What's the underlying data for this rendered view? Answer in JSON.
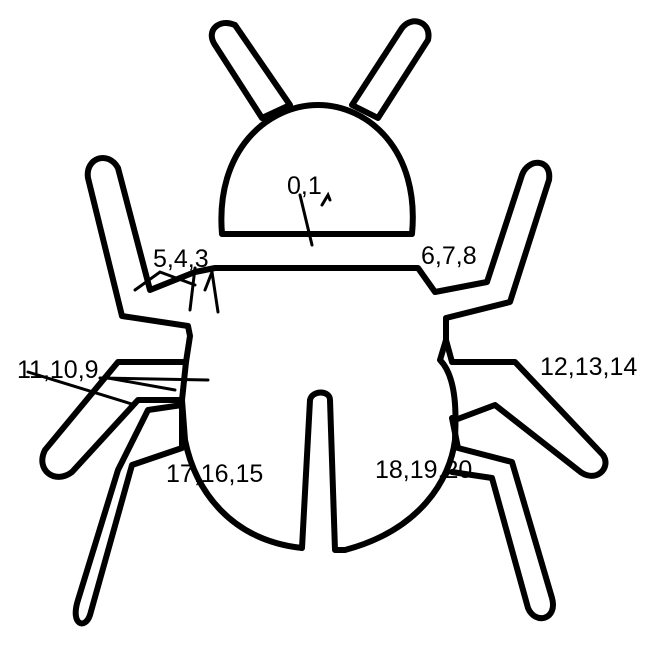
{
  "diagram": {
    "subject": "bug outline",
    "stroke_color": "#000000",
    "background_color": "#ffffff",
    "labels": {
      "head": "0,1",
      "front_left_leg": "5,4,3",
      "front_right_leg": "6,7,8",
      "middle_left_leg": "11,10,9",
      "middle_right_leg": "12,13,14",
      "back_left_leg": "17,16,15",
      "back_right_leg": "18,19,20"
    }
  }
}
